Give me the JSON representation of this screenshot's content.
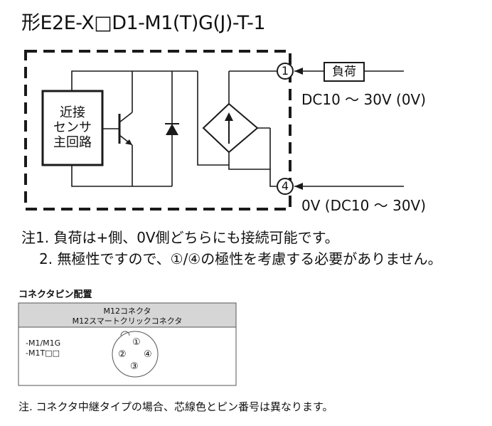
{
  "title": "形E2E-X□D1-M1(T)G(J)-T-1",
  "circuit": {
    "sensor_block": [
      "近接",
      "センサ",
      "主回路"
    ],
    "terminal_1": "①",
    "terminal_4": "④",
    "load_label": "負荷",
    "label_top_right": "DC10 ～ 30V (0V)",
    "label_bottom_right": "0V (DC10 ～ 30V)"
  },
  "notes": {
    "note1": "注1. 負荷は+側、0V側どちらにも接続可能です。",
    "note2": "2. 無極性ですので、①/④の極性を考慮する必要がありません。"
  },
  "connector": {
    "section_title": "コネクタピン配置",
    "header_line1": "M12コネクタ",
    "header_line2": "M12スマートクリックコネクタ",
    "model_line1": "-M1/M1G",
    "model_line2": "-M1T□□",
    "pins": [
      "①",
      "②",
      "③",
      "④"
    ]
  },
  "footer_note": "注. コネクタ中継タイプの場合、芯線色とピン番号は異なります。",
  "colors": {
    "line": "#1a1a1a",
    "table_header_bg": "#d6d6d6"
  }
}
